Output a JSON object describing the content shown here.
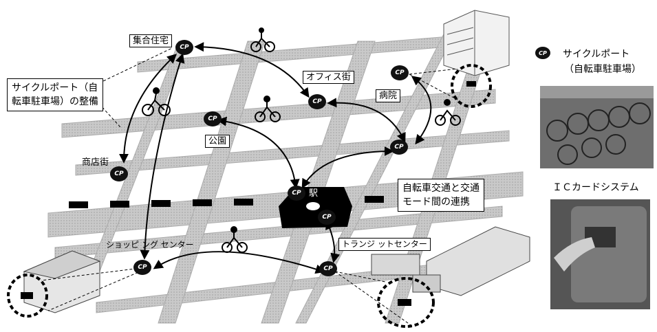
{
  "cp_mark": "CP",
  "locations": {
    "housing": "集合住宅",
    "office": "オフィス街",
    "hospital": "病院",
    "park": "公園",
    "shopping_street": "商店街",
    "station": "駅",
    "shopping_center": "ショッピ ング センター",
    "transit_center": "トランジ ットセンター"
  },
  "callouts": {
    "cycle_port_lines": [
      "サイクルポート（自",
      "転車駐車場）の整備"
    ],
    "mode_link_lines": [
      "自転車交通と交通",
      "モード間の連携"
    ]
  },
  "legend": {
    "cp_icon": "CP",
    "cycle_port_line1": "サイクルポート",
    "cycle_port_line2": "（自転車駐車場）",
    "ic_card_system": "ＩＣカードシステム"
  }
}
